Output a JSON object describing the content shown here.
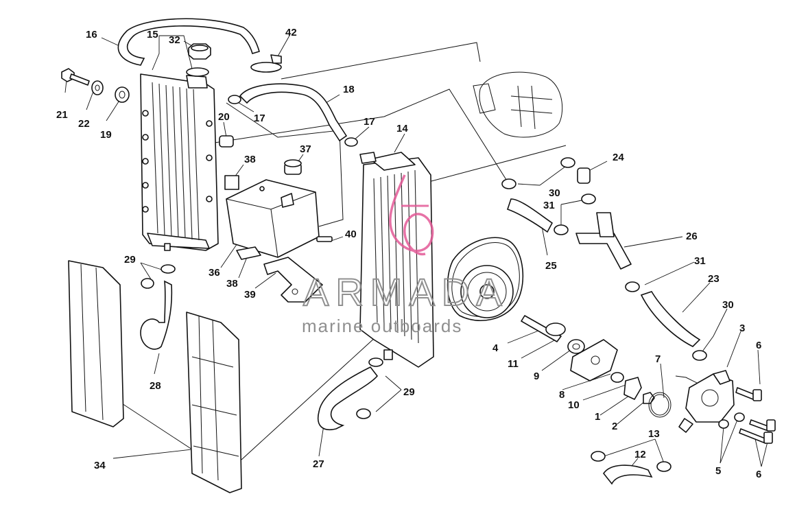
{
  "watermark": {
    "brand": "ARMADA",
    "tagline": "marine outboards",
    "colors": {
      "logo": "#e35a97",
      "text": "#8f8f8f"
    }
  },
  "callouts": [
    {
      "id": "c16",
      "label": "16"
    },
    {
      "id": "c15",
      "label": "15"
    },
    {
      "id": "c32",
      "label": "32"
    },
    {
      "id": "c42",
      "label": "42"
    },
    {
      "id": "c21",
      "label": "21"
    },
    {
      "id": "c22",
      "label": "22"
    },
    {
      "id": "c19",
      "label": "19"
    },
    {
      "id": "c20",
      "label": "20"
    },
    {
      "id": "c17a",
      "label": "17"
    },
    {
      "id": "c18",
      "label": "18"
    },
    {
      "id": "c17b",
      "label": "17"
    },
    {
      "id": "c14",
      "label": "14"
    },
    {
      "id": "c37",
      "label": "37"
    },
    {
      "id": "c38a",
      "label": "38"
    },
    {
      "id": "c24",
      "label": "24"
    },
    {
      "id": "c30a",
      "label": "30"
    },
    {
      "id": "c31a",
      "label": "31"
    },
    {
      "id": "c26",
      "label": "26"
    },
    {
      "id": "c40",
      "label": "40"
    },
    {
      "id": "c25",
      "label": "25"
    },
    {
      "id": "c36",
      "label": "36"
    },
    {
      "id": "c38b",
      "label": "38"
    },
    {
      "id": "c29a",
      "label": "29"
    },
    {
      "id": "c39",
      "label": "39"
    },
    {
      "id": "c31b",
      "label": "31"
    },
    {
      "id": "c23",
      "label": "23"
    },
    {
      "id": "c30b",
      "label": "30"
    },
    {
      "id": "c4",
      "label": "4"
    },
    {
      "id": "c3",
      "label": "3"
    },
    {
      "id": "c6a",
      "label": "6"
    },
    {
      "id": "c11",
      "label": "11"
    },
    {
      "id": "c9",
      "label": "9"
    },
    {
      "id": "c7",
      "label": "7"
    },
    {
      "id": "c28",
      "label": "28"
    },
    {
      "id": "c29b",
      "label": "29"
    },
    {
      "id": "c8",
      "label": "8"
    },
    {
      "id": "c10",
      "label": "10"
    },
    {
      "id": "c1",
      "label": "1"
    },
    {
      "id": "c2",
      "label": "2"
    },
    {
      "id": "c13",
      "label": "13"
    },
    {
      "id": "c12",
      "label": "12"
    },
    {
      "id": "c5",
      "label": "5"
    },
    {
      "id": "c6b",
      "label": "6"
    },
    {
      "id": "c34",
      "label": "34"
    },
    {
      "id": "c27",
      "label": "27"
    }
  ]
}
